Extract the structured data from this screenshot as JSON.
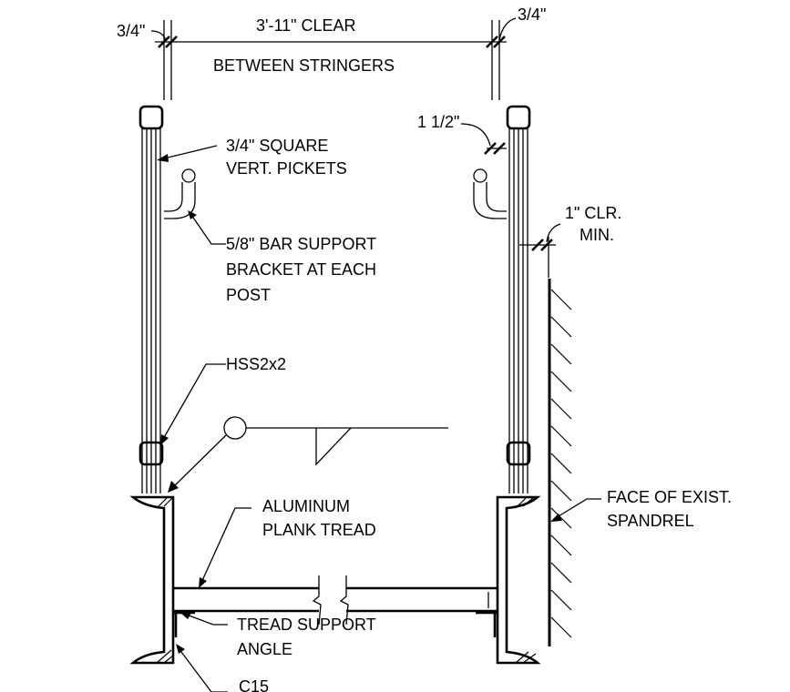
{
  "dimensions": {
    "left_offset": "3/4\"",
    "right_offset": "3/4\"",
    "clear_width_line1": "3'-11\" CLEAR",
    "clear_width_line2": "BETWEEN STRINGERS",
    "picket_spacing": "1 1/2\"",
    "wall_clearance_line1": "1\" CLR.",
    "wall_clearance_line2": "MIN."
  },
  "callouts": {
    "pickets": [
      "3/4\" SQUARE",
      "VERT. PICKETS"
    ],
    "bracket": [
      "5/8\" BAR SUPPORT",
      "BRACKET AT EACH",
      "POST"
    ],
    "post": [
      "HSS2x2"
    ],
    "tread": [
      "ALUMINUM",
      "PLANK TREAD"
    ],
    "spandrel": [
      "FACE OF EXIST.",
      "SPANDREL"
    ],
    "support_angle": [
      "TREAD SUPPORT",
      "ANGLE"
    ],
    "stringer": [
      "C15"
    ]
  }
}
